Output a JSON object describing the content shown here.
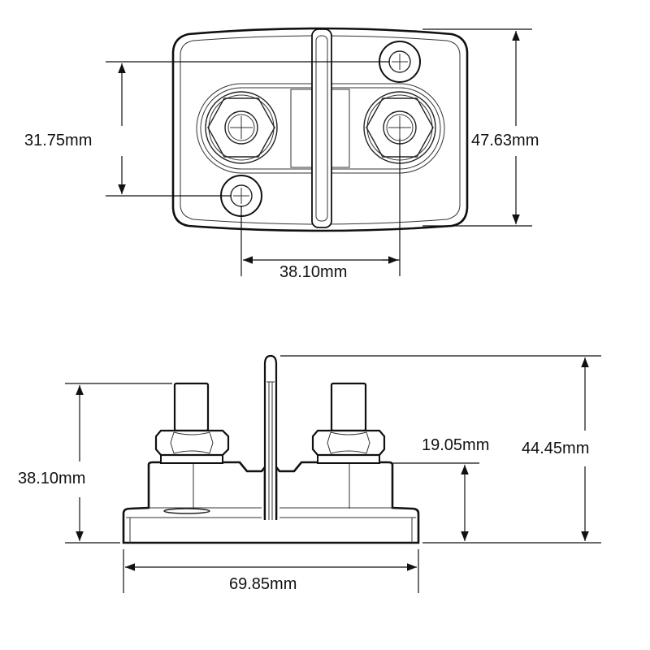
{
  "top_view": {
    "dimensions": {
      "stud_offset_vertical": "31.75mm",
      "overall_height": "47.63mm",
      "stud_spacing": "38.10mm"
    }
  },
  "side_view": {
    "dimensions": {
      "stud_height": "38.10mm",
      "base_height": "19.05mm",
      "overall_height": "44.45mm",
      "overall_width": "69.85mm"
    }
  }
}
